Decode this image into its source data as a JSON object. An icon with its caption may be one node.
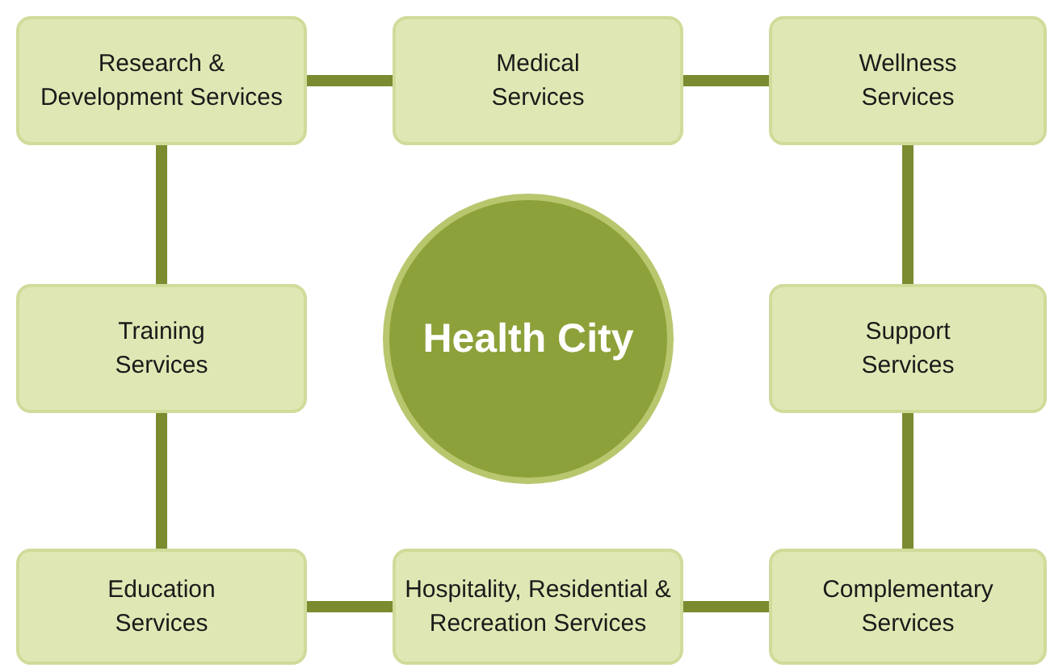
{
  "diagram": {
    "nodes": [
      {
        "text": [
          "Research & Development Services"
        ]
      },
      {
        "text": [
          "Medical Services"
        ]
      },
      {
        "text": [
          "Wellness Services"
        ]
      },
      {
        "text": [
          "Training Services"
        ]
      },
      {
        "text": [
          "Health City"
        ]
      },
      {
        "text": [
          "Support Services"
        ]
      },
      {
        "text": [
          "Education Services"
        ]
      },
      {
        "text": [
          "Hospitality, Residential & Recreation Services"
        ]
      },
      {
        "text": [
          "Complementary Services"
        ]
      }
    ],
    "edges": [
      {
        "from": 0,
        "to": 1,
        "arrow": "none"
      },
      {
        "from": 1,
        "to": 2,
        "arrow": "none"
      },
      {
        "from": 0,
        "to": 3,
        "arrow": "none"
      },
      {
        "from": 3,
        "to": 6,
        "arrow": "none"
      },
      {
        "from": 6,
        "to": 7,
        "arrow": "none"
      },
      {
        "from": 7,
        "to": 8,
        "arrow": "none"
      },
      {
        "from": 2,
        "to": 5,
        "arrow": "none"
      },
      {
        "from": 5,
        "to": 8,
        "arrow": "none"
      }
    ]
  }
}
